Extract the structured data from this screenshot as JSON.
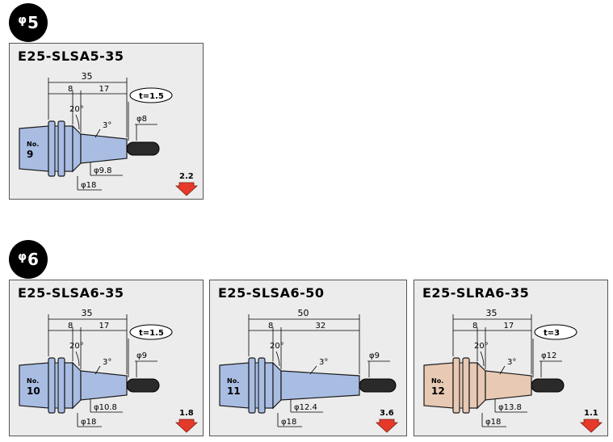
{
  "sections": [
    {
      "phi": "φ",
      "number": "5"
    },
    {
      "phi": "φ",
      "number": "6"
    }
  ],
  "panels": [
    {
      "title": "E25-SLSA5-35",
      "holder_color": "#a9bde3",
      "overall_length": "35",
      "seg_a": "8",
      "seg_b": "17",
      "tolerance": "t=1.5",
      "angle": "20°",
      "taper": "3°",
      "tip_diameter": "φ8",
      "mid_diameter": "φ9.8",
      "base_diameter": "φ18",
      "no_label": "No.",
      "no_value": "9",
      "weight": "2.2"
    },
    {
      "title": "E25-SLSA6-35",
      "holder_color": "#a9bde3",
      "overall_length": "35",
      "seg_a": "8",
      "seg_b": "17",
      "tolerance": "t=1.5",
      "angle": "20°",
      "taper": "3°",
      "tip_diameter": "φ9",
      "mid_diameter": "φ10.8",
      "base_diameter": "φ18",
      "no_label": "No.",
      "no_value": "10",
      "weight": "1.8"
    },
    {
      "title": "E25-SLSA6-50",
      "holder_color": "#a9bde3",
      "overall_length": "50",
      "seg_a": "8",
      "seg_b": "32",
      "tolerance": "",
      "angle": "20°",
      "taper": "3°",
      "tip_diameter": "φ9",
      "mid_diameter": "φ12.4",
      "base_diameter": "φ18",
      "no_label": "No.",
      "no_value": "11",
      "weight": "3.6"
    },
    {
      "title": "E25-SLRA6-35",
      "holder_color": "#e8c9b4",
      "overall_length": "35",
      "seg_a": "8",
      "seg_b": "17",
      "tolerance": "t=3",
      "angle": "20°",
      "taper": "3°",
      "tip_diameter": "φ12",
      "mid_diameter": "φ13.8",
      "base_diameter": "φ18",
      "no_label": "No.",
      "no_value": "12",
      "weight": "1.1"
    }
  ]
}
